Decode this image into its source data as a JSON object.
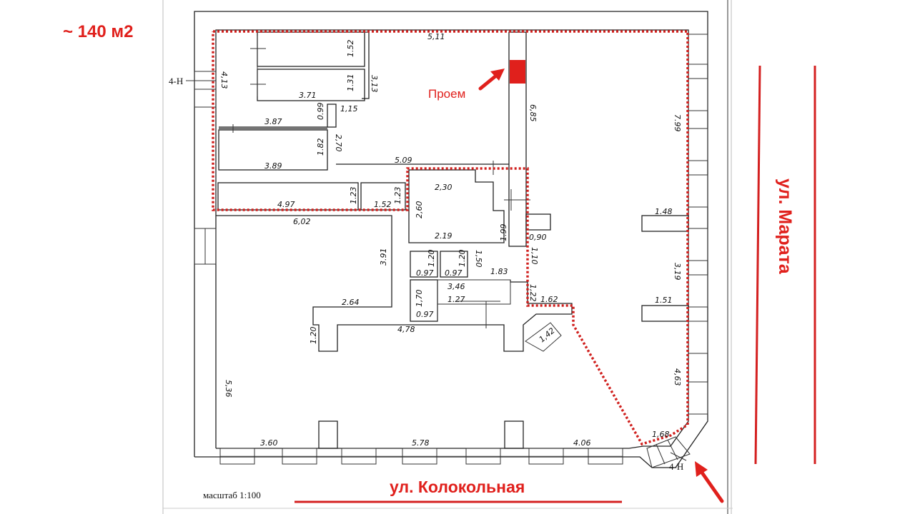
{
  "area_label": "~ 140 м2",
  "opening_label": "Проем",
  "street_marata": "ул. Марата",
  "street_kolokolnaya": "ул. Колокольная",
  "scale_label": "масштаб 1:100",
  "axis_marks": [
    "4-Н",
    "4-Н"
  ],
  "colors": {
    "accent": "#e0201c",
    "wall": "#222222",
    "background": "#ffffff"
  },
  "icons": [
    "arrow-icon",
    "arrow-icon"
  ],
  "dimensions": [
    {
      "id": "d1",
      "text": "5,11"
    },
    {
      "id": "d2",
      "text": "1.52"
    },
    {
      "id": "d3",
      "text": "3,13"
    },
    {
      "id": "d4",
      "text": "4,13"
    },
    {
      "id": "d5",
      "text": "1.31"
    },
    {
      "id": "d6",
      "text": "3.71"
    },
    {
      "id": "d7",
      "text": "3.87"
    },
    {
      "id": "d8",
      "text": "0.99"
    },
    {
      "id": "d9",
      "text": "1,15"
    },
    {
      "id": "d10",
      "text": "2,70"
    },
    {
      "id": "d11",
      "text": "1.82"
    },
    {
      "id": "d12",
      "text": "3.89"
    },
    {
      "id": "d13",
      "text": "5.09"
    },
    {
      "id": "d14",
      "text": "6,85"
    },
    {
      "id": "d15",
      "text": "7.99"
    },
    {
      "id": "d16",
      "text": "2,30"
    },
    {
      "id": "d17",
      "text": "1.23"
    },
    {
      "id": "d18",
      "text": "1.23"
    },
    {
      "id": "d19",
      "text": "4.97"
    },
    {
      "id": "d20",
      "text": "1.52"
    },
    {
      "id": "d21",
      "text": "2,60"
    },
    {
      "id": "d22",
      "text": "6,02"
    },
    {
      "id": "d23",
      "text": "2.19"
    },
    {
      "id": "d24",
      "text": "1.99"
    },
    {
      "id": "d25",
      "text": "0,90"
    },
    {
      "id": "d26",
      "text": "1.48"
    },
    {
      "id": "d27",
      "text": "1,10"
    },
    {
      "id": "d28",
      "text": "3.91"
    },
    {
      "id": "d29",
      "text": "1.20"
    },
    {
      "id": "d30",
      "text": "1.20"
    },
    {
      "id": "d31",
      "text": "1,50"
    },
    {
      "id": "d32",
      "text": "0.97"
    },
    {
      "id": "d33",
      "text": "0.97"
    },
    {
      "id": "d34",
      "text": "1.83"
    },
    {
      "id": "d35",
      "text": "3,19"
    },
    {
      "id": "d36",
      "text": "3,46"
    },
    {
      "id": "d37",
      "text": "1,22"
    },
    {
      "id": "d38",
      "text": "1,70"
    },
    {
      "id": "d39",
      "text": "1.27"
    },
    {
      "id": "d40",
      "text": "1.62"
    },
    {
      "id": "d41",
      "text": "1.51"
    },
    {
      "id": "d42",
      "text": "2.64"
    },
    {
      "id": "d43",
      "text": "0.97"
    },
    {
      "id": "d44",
      "text": "4,78"
    },
    {
      "id": "d45",
      "text": "1,42"
    },
    {
      "id": "d46",
      "text": "1.20"
    },
    {
      "id": "d47",
      "text": "5,36"
    },
    {
      "id": "d48",
      "text": "4,63"
    },
    {
      "id": "d49",
      "text": "1,68"
    },
    {
      "id": "d50",
      "text": "3.60"
    },
    {
      "id": "d51",
      "text": "5.78"
    },
    {
      "id": "d52",
      "text": "4.06"
    }
  ]
}
